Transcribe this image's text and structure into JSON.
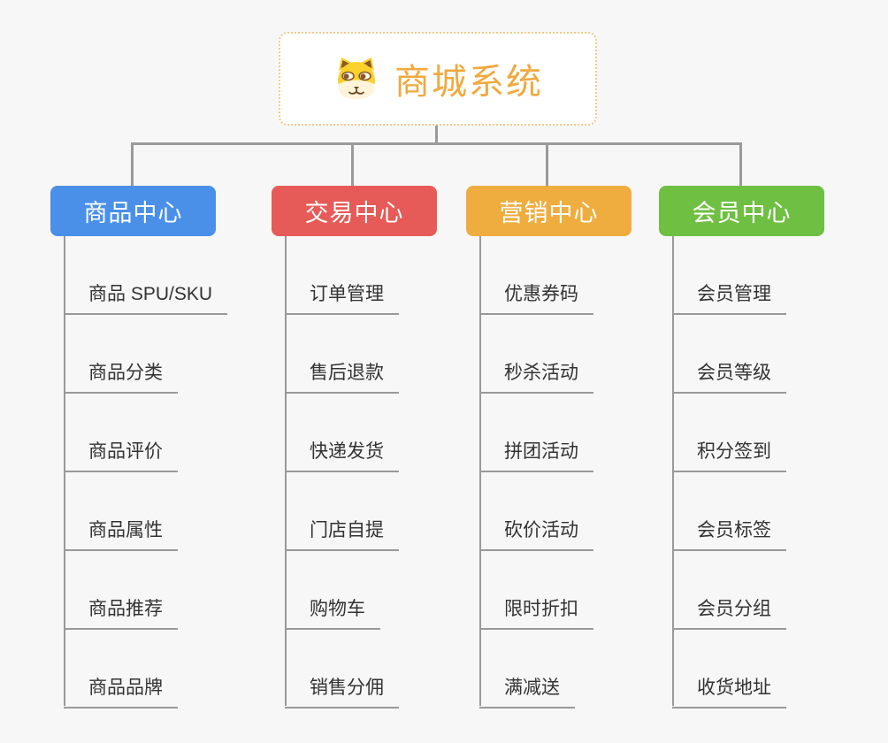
{
  "root": {
    "title": "商城系统",
    "icon": "shiba-dog-icon",
    "text_color": "#f0a93e",
    "border_color": "#f3c983",
    "background": "#ffffff"
  },
  "connector_color": "#9a9a9a",
  "branches": [
    {
      "label": "商品中心",
      "color": "#4a90e8",
      "items": [
        "商品 SPU/SKU",
        "商品分类",
        "商品评价",
        "商品属性",
        "商品推荐",
        "商品品牌"
      ]
    },
    {
      "label": "交易中心",
      "color": "#e65b57",
      "items": [
        "订单管理",
        "售后退款",
        "快递发货",
        "门店自提",
        "购物车",
        "销售分佣"
      ]
    },
    {
      "label": "营销中心",
      "color": "#eead3e",
      "items": [
        "优惠券码",
        "秒杀活动",
        "拼团活动",
        "砍价活动",
        "限时折扣",
        "满减送"
      ]
    },
    {
      "label": "会员中心",
      "color": "#6fbf42",
      "items": [
        "会员管理",
        "会员等级",
        "积分签到",
        "会员标签",
        "会员分组",
        "收货地址"
      ]
    }
  ]
}
